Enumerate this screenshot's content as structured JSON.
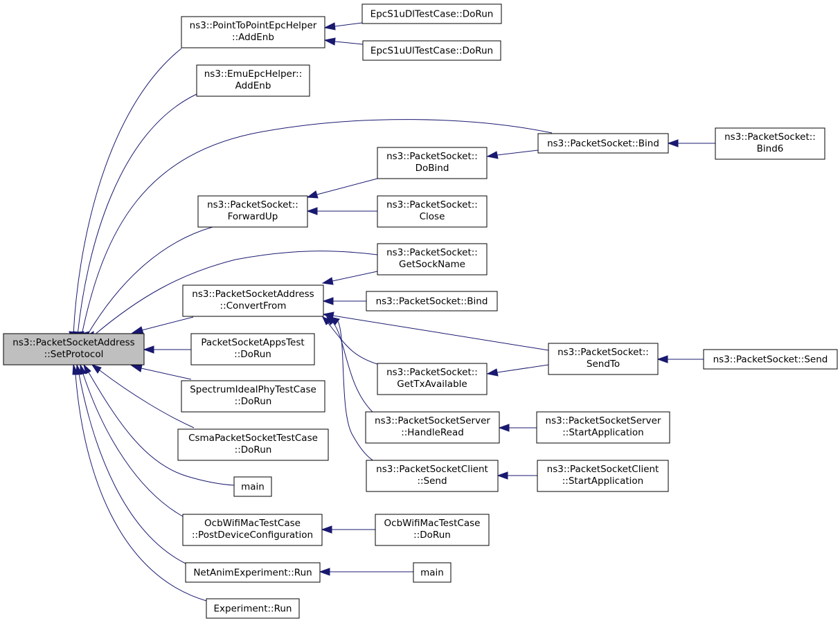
{
  "colors": {
    "edge": "#191970",
    "root_fill": "#bfbfbf",
    "node_fill": "#ffffff",
    "node_border": "#000000"
  },
  "graph": {
    "root": {
      "lines": [
        "ns3::PacketSocketAddress",
        "::SetProtocol"
      ]
    },
    "nodes": [
      {
        "id": "p2p_addenb",
        "lines": [
          "ns3::PointToPointEpcHelper",
          "::AddEnb"
        ]
      },
      {
        "id": "epc_dl",
        "lines": [
          "EpcS1uDlTestCase::DoRun"
        ]
      },
      {
        "id": "epc_ul",
        "lines": [
          "EpcS1uUlTestCase::DoRun"
        ]
      },
      {
        "id": "emu_addenb",
        "lines": [
          "ns3::EmuEpcHelper::",
          "AddEnb"
        ]
      },
      {
        "id": "ps_bind_top",
        "lines": [
          "ns3::PacketSocket::Bind"
        ]
      },
      {
        "id": "ps_bind6",
        "lines": [
          "ns3::PacketSocket::",
          "Bind6"
        ]
      },
      {
        "id": "ps_dobind",
        "lines": [
          "ns3::PacketSocket::",
          "DoBind"
        ]
      },
      {
        "id": "ps_forwardup",
        "lines": [
          "ns3::PacketSocket::",
          "ForwardUp"
        ]
      },
      {
        "id": "ps_close",
        "lines": [
          "ns3::PacketSocket::",
          "Close"
        ]
      },
      {
        "id": "ps_getsockname",
        "lines": [
          "ns3::PacketSocket::",
          "GetSockName"
        ]
      },
      {
        "id": "psa_convertfrom",
        "lines": [
          "ns3::PacketSocketAddress",
          "::ConvertFrom"
        ]
      },
      {
        "id": "ps_bind_mid",
        "lines": [
          "ns3::PacketSocket::Bind"
        ]
      },
      {
        "id": "ps_sendto",
        "lines": [
          "ns3::PacketSocket::",
          "SendTo"
        ]
      },
      {
        "id": "ps_send",
        "lines": [
          "ns3::PacketSocket::Send"
        ]
      },
      {
        "id": "psapps_dorun",
        "lines": [
          "PacketSocketAppsTest",
          "::DoRun"
        ]
      },
      {
        "id": "ps_gettxavailable",
        "lines": [
          "ns3::PacketSocket::",
          "GetTxAvailable"
        ]
      },
      {
        "id": "spectrum_dorun",
        "lines": [
          "SpectrumIdealPhyTestCase",
          "::DoRun"
        ]
      },
      {
        "id": "pss_handleread",
        "lines": [
          "ns3::PacketSocketServer",
          "::HandleRead"
        ]
      },
      {
        "id": "pss_startapp",
        "lines": [
          "ns3::PacketSocketServer",
          "::StartApplication"
        ]
      },
      {
        "id": "csma_dorun",
        "lines": [
          "CsmaPacketSocketTestCase",
          "::DoRun"
        ]
      },
      {
        "id": "psc_send",
        "lines": [
          "ns3::PacketSocketClient",
          "::Send"
        ]
      },
      {
        "id": "psc_startapp",
        "lines": [
          "ns3::PacketSocketClient",
          "::StartApplication"
        ]
      },
      {
        "id": "main_1",
        "lines": [
          "main"
        ]
      },
      {
        "id": "ocb_postdev",
        "lines": [
          "OcbWifiMacTestCase",
          "::PostDeviceConfiguration"
        ]
      },
      {
        "id": "ocb_dorun",
        "lines": [
          "OcbWifiMacTestCase",
          "::DoRun"
        ]
      },
      {
        "id": "netanim_run",
        "lines": [
          "NetAnimExperiment::Run"
        ]
      },
      {
        "id": "main_2",
        "lines": [
          "main"
        ]
      },
      {
        "id": "experiment_run",
        "lines": [
          "Experiment::Run"
        ]
      }
    ]
  }
}
